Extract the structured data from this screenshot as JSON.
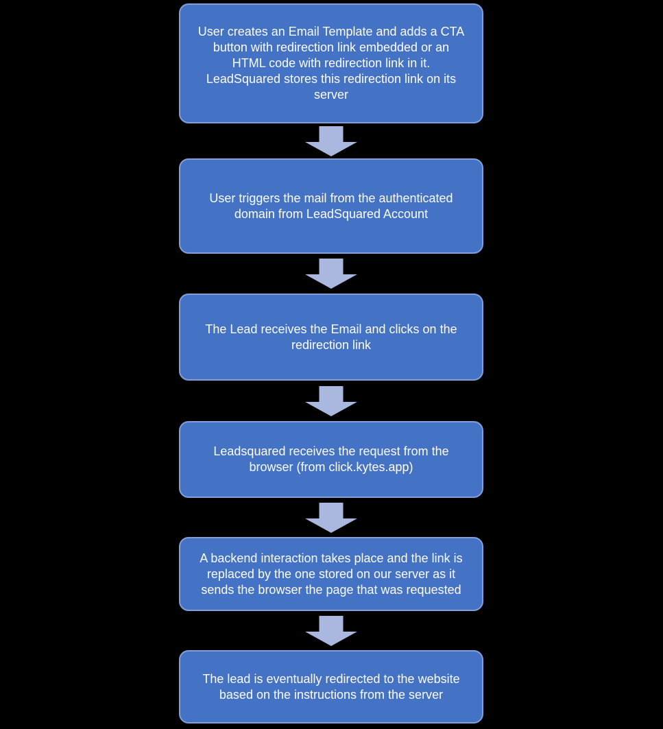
{
  "diagram": {
    "type": "flowchart-vertical",
    "colors": {
      "background": "#000000",
      "box_fill": "#4472C4",
      "box_border": "#84A0DB",
      "arrow_color": "#AAB8DF",
      "text_color": "#FDFDFE"
    },
    "steps": [
      {
        "text": "User creates an Email Template and adds a CTA\nbutton with redirection link embedded or an\nHTML code with redirection link in it.\nLeadSquared stores this redirection link on its\nserver"
      },
      {
        "text": "User triggers the mail from the authenticated\ndomain from LeadSquared Account"
      },
      {
        "text": "The Lead receives the Email and clicks on the\nredirection link"
      },
      {
        "text": "Leadsquared receives the request from the\nbrowser (from click.kytes.app)"
      },
      {
        "text": "A backend interaction takes place and the link is\nreplaced by the one stored on our server as it\nsends the browser the page that was requested"
      },
      {
        "text": "The lead is eventually redirected to the website\nbased on the instructions from the server"
      }
    ],
    "connector": "block-down-arrow"
  }
}
